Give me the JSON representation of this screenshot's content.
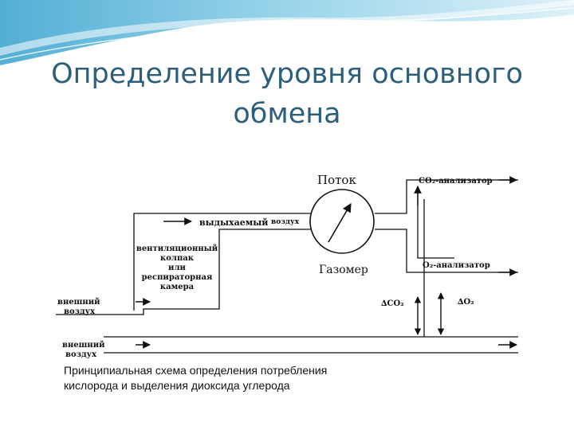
{
  "slide": {
    "title_line1": "Определение уровня основного",
    "title_line2": "обмена",
    "accent_color": "#5ab4d6",
    "title_color": "#2e5f7a"
  },
  "diagram": {
    "labels": {
      "flow": "Поток",
      "gasmeter": "Газомер",
      "exhaled": "выдыхаемый",
      "air": "воздух",
      "hood_line1": "вентиляционный",
      "hood_line2": "колпак",
      "hood_line3": "или",
      "hood_line4": "респираторная",
      "hood_line5": "камера",
      "outer_air_1_line1": "внешний",
      "outer_air_1_line2": "воздух",
      "outer_air_2_line1": "внешний",
      "outer_air_2_line2": "воздух",
      "co2_analyzer": "CO₂-анализатор",
      "o2_analyzer": "O₂-анализатор",
      "delta_co2": "∆CO₂",
      "delta_o2": "∆O₂"
    },
    "caption_line1": "Принципиальная схема определения потребления",
    "caption_line2": "кислорода и выделения диоксида углерода"
  }
}
